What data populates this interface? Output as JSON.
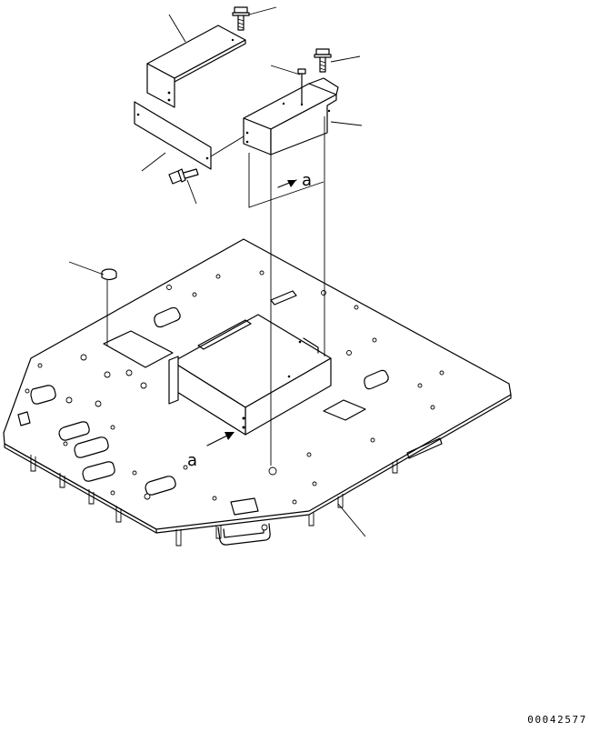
{
  "view_labels": {
    "upper": "a",
    "lower": "a"
  },
  "drawing_number": "00042577"
}
